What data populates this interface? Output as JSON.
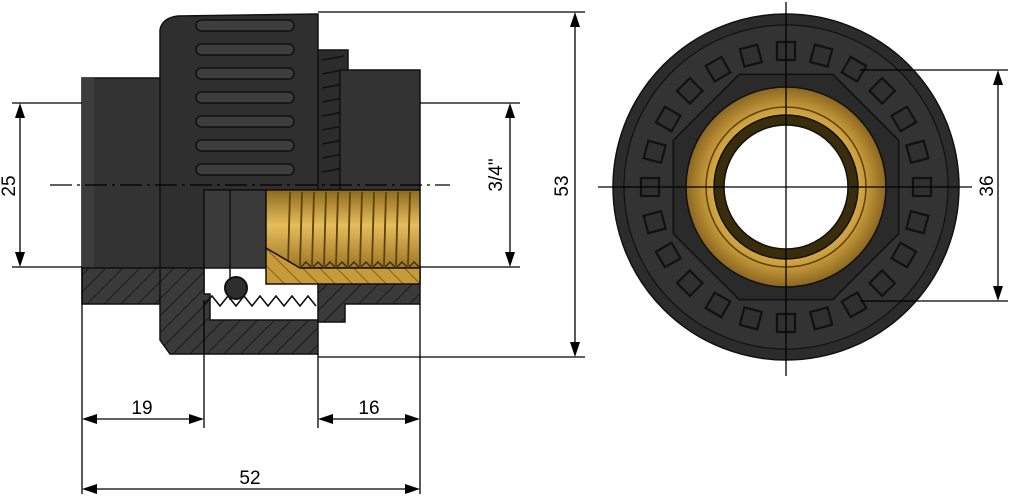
{
  "colors": {
    "body": "#333333",
    "body_dark": "#232323",
    "brass": "#c79a3a",
    "brass_light": "#e0b552",
    "line": "#000000",
    "background": "#ffffff"
  },
  "dimensions": {
    "d25": "25",
    "d34": "3/4\"",
    "d53": "53",
    "d36": "36",
    "d19": "19",
    "d16": "16",
    "d52": "52"
  }
}
